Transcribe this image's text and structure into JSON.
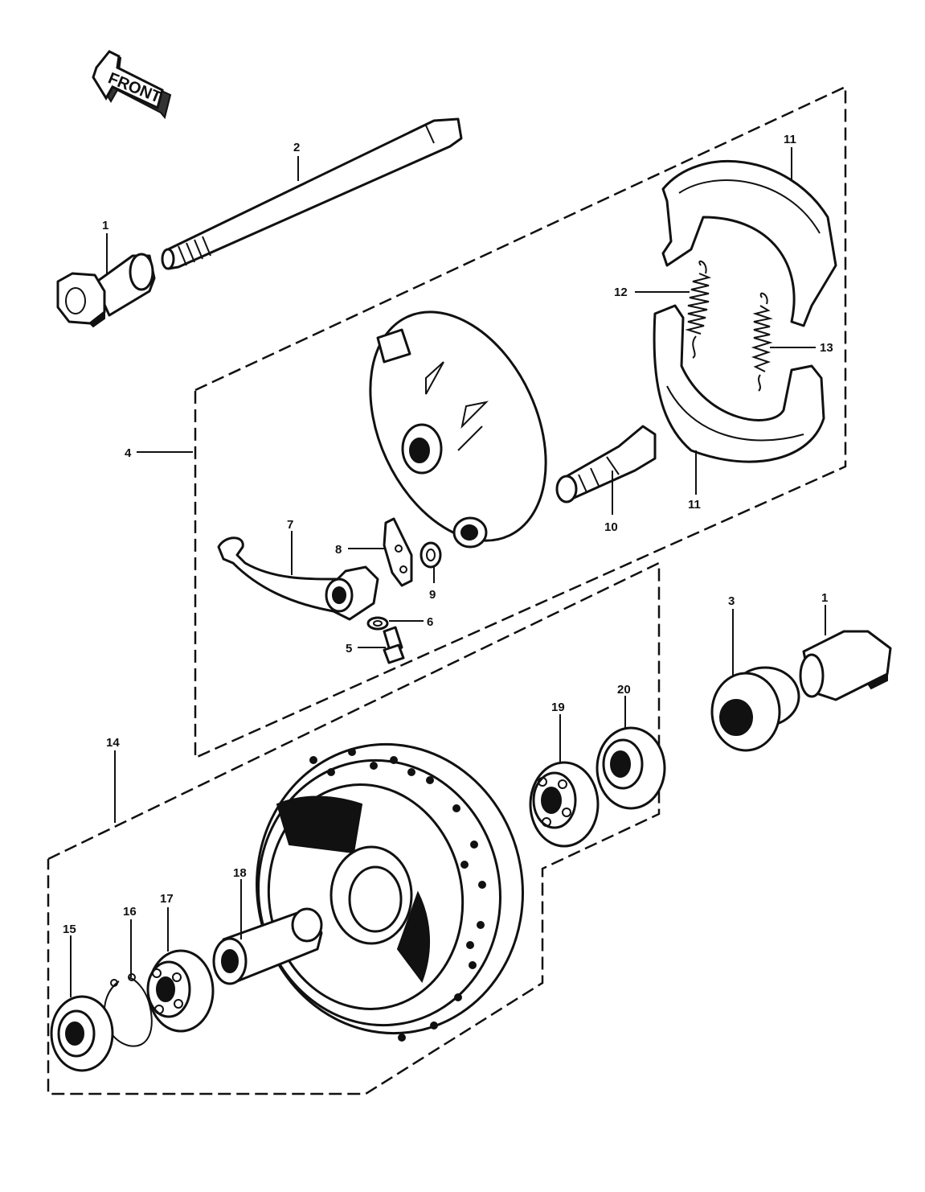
{
  "orientation": {
    "label": "FRONT"
  },
  "callouts": {
    "c1a": "1",
    "c1b": "1",
    "c2": "2",
    "c3": "3",
    "c4": "4",
    "c5": "5",
    "c6": "6",
    "c7": "7",
    "c8": "8",
    "c9": "9",
    "c10": "10",
    "c11a": "11",
    "c11b": "11",
    "c12": "12",
    "c13": "13",
    "c14": "14",
    "c15": "15",
    "c16": "16",
    "c17": "17",
    "c18": "18",
    "c19": "19",
    "c20": "20"
  }
}
